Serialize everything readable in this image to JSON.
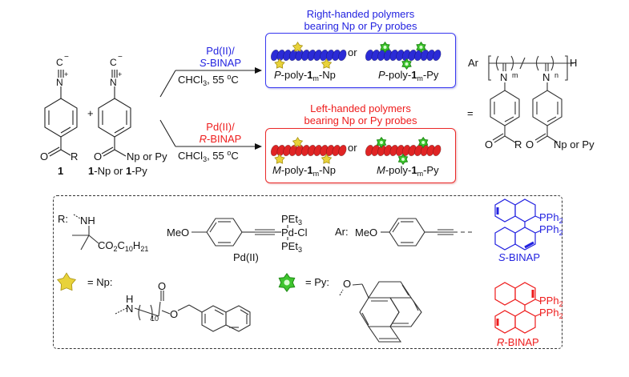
{
  "reaction": {
    "monomer1": {
      "isocyanide_top": "C",
      "charge_minus": "−",
      "nitrogen": "N",
      "charge_plus": "+",
      "carbonyl_O": "O",
      "substituent": "R",
      "label": "1"
    },
    "plus": "+",
    "monomer2": {
      "isocyanide_top": "C",
      "charge_minus": "−",
      "nitrogen": "N",
      "charge_plus": "+",
      "carbonyl_O": "O",
      "substituent": "Np or Py",
      "label_num1": "1",
      "label_mid": "-Np or ",
      "label_num2": "1",
      "label_end": "-Py"
    },
    "upper_arrow": {
      "catalyst_line1": "Pd(II)/",
      "catalyst_prefix": "S",
      "catalyst_suffix": "-BINAP",
      "solvent": "CHCl",
      "solvent_sub": "3",
      "temp": ", 55 ",
      "deg": "o",
      "unit": "C"
    },
    "lower_arrow": {
      "catalyst_line1": "Pd(II)/",
      "catalyst_prefix": "R",
      "catalyst_suffix": "-BINAP",
      "solvent": "CHCl",
      "solvent_sub": "3",
      "temp": ", 55 ",
      "deg": "o",
      "unit": "C"
    }
  },
  "products": {
    "right_handed": {
      "title_line1": "Right-handed polymers",
      "title_line2": "bearing Np or Py probes",
      "or": "or",
      "np_label": {
        "prefix": "P",
        "mid": "-poly-",
        "num": "1",
        "sub": "m",
        "suffix": "-Np"
      },
      "py_label": {
        "prefix": "P",
        "mid": "-poly-",
        "num": "1",
        "sub": "m",
        "suffix": "-Py"
      },
      "helix_color": "#2b2bd6"
    },
    "left_handed": {
      "title_line1": "Left-handed polymers",
      "title_line2": "bearing Np or Py probes",
      "or": "or",
      "np_label": {
        "prefix": "M",
        "mid": "-poly-",
        "num": "1",
        "sub": "m",
        "suffix": "-Np"
      },
      "py_label": {
        "prefix": "M",
        "mid": "-poly-",
        "num": "1",
        "sub": "m",
        "suffix": "-Py"
      },
      "helix_color": "#e02424"
    },
    "equals": "=",
    "copolymer": {
      "end_group": "Ar",
      "m": "m",
      "n": "n",
      "terminal": "H",
      "N1": "N",
      "N2": "N",
      "O1": "O",
      "R": "R",
      "O2": "O",
      "Np_or_Py": "Np or Py"
    }
  },
  "legend": {
    "R": {
      "label": "R:",
      "NH": "NH",
      "ester": "CO",
      "ester_sub1": "2",
      "ester_C": "C",
      "ester_sub2": "10",
      "ester_H": "H",
      "ester_sub3": "21"
    },
    "Pd": {
      "MeO": "MeO",
      "PEt3_top": "PEt",
      "sub3": "3",
      "PdCl": "Pd-Cl",
      "PEt3_bot": "PEt",
      "caption": "Pd(II)"
    },
    "Ar": {
      "label": "Ar:",
      "MeO": "MeO"
    },
    "S_BINAP": {
      "PPh2_1": "PPh",
      "PPh2_2": "PPh",
      "sub": "2",
      "prefix": "S",
      "suffix": "-BINAP",
      "color": "#2323e0"
    },
    "R_BINAP": {
      "PPh2_1": "PPh",
      "PPh2_2": "PPh",
      "sub": "2",
      "prefix": "R",
      "suffix": "-BINAP",
      "color": "#ee1c1c"
    },
    "Np": {
      "label": "= Np:",
      "H": "H",
      "N": "N",
      "sub": "10",
      "O_carbonyl": "O",
      "O_ester": "O",
      "star_color": "#e8d23a"
    },
    "Py": {
      "label": "= Py:",
      "O": "O",
      "star_color": "#3ec42e"
    }
  }
}
